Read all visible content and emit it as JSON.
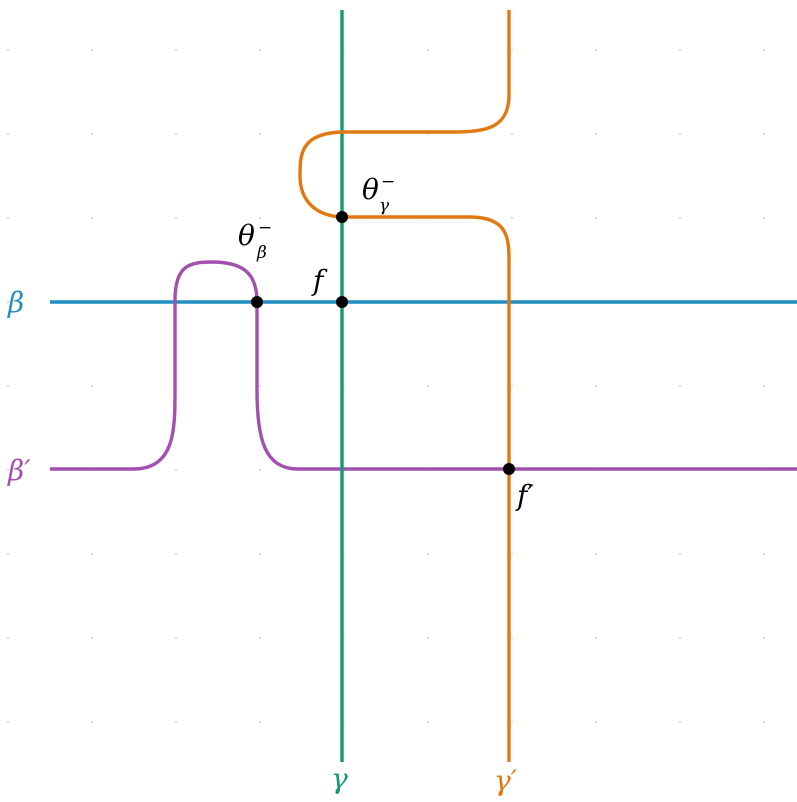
{
  "diagram": {
    "colors": {
      "beta": "#1f8fc2",
      "beta_prime": "#a24fb0",
      "gamma": "#149a73",
      "gamma_prime": "#e07a10",
      "point": "#000000",
      "grid": "#d8d8d8"
    },
    "curve_labels": {
      "beta": "β",
      "beta_prime": "β′",
      "gamma": "γ",
      "gamma_prime": "γ′"
    },
    "points": {
      "f": {
        "main": "f"
      },
      "f_prime": {
        "main": "f′"
      },
      "theta_beta": {
        "main": "θ",
        "sup": "−",
        "sub": "β"
      },
      "theta_gamma": {
        "main": "θ",
        "sup": "−",
        "sub": "γ"
      }
    }
  }
}
